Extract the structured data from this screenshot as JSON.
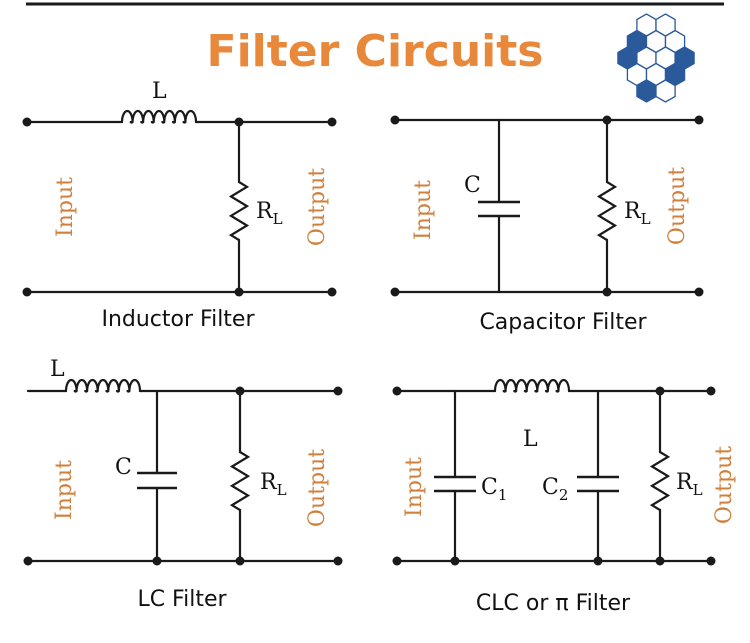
{
  "title": "Filter Circuits",
  "colors": {
    "accent": "#E8883A",
    "io_text": "#D0803C",
    "wire": "#1a1a1a",
    "logo": "#2B5A9B"
  },
  "logo": {
    "icon": "hexagon-cluster-logo"
  },
  "circuits": {
    "inductor": {
      "caption": "Inductor Filter",
      "inductor": "L",
      "resistor": "R",
      "resistor_sub": "L",
      "input": "Input",
      "output": "Output"
    },
    "capacitor": {
      "caption": "Capacitor Filter",
      "capacitor": "C",
      "resistor": "R",
      "resistor_sub": "L",
      "input": "Input",
      "output": "Output"
    },
    "lc": {
      "caption": "LC Filter",
      "inductor": "L",
      "capacitor": "C",
      "resistor": "R",
      "resistor_sub": "L",
      "input": "Input",
      "output": "Output"
    },
    "clc": {
      "caption": "CLC or π Filter",
      "inductor": "L",
      "capacitor1": "C",
      "capacitor1_sub": "1",
      "capacitor2": "C",
      "capacitor2_sub": "2",
      "resistor": "R",
      "resistor_sub": "L",
      "input": "Input",
      "output": "Output"
    }
  }
}
